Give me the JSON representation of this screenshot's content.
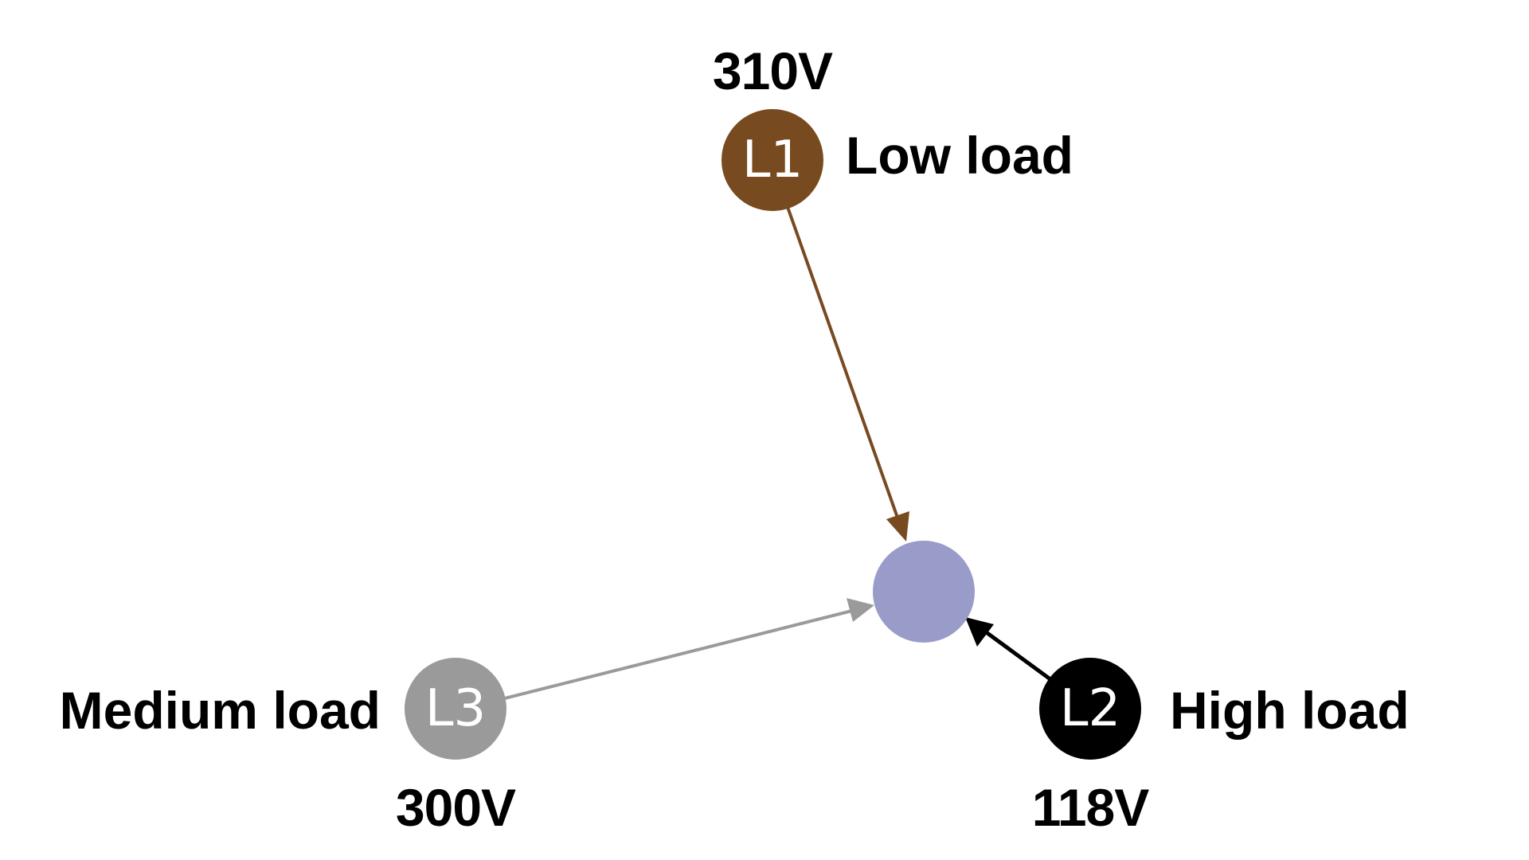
{
  "nodes": {
    "l1": {
      "id": "L1",
      "load": "Low load",
      "voltage": "310V",
      "color": "#774a20"
    },
    "l2": {
      "id": "L2",
      "load": "High load",
      "voltage": "118V",
      "color": "#000000"
    },
    "l3": {
      "id": "L3",
      "load": "Medium load",
      "voltage": "300V",
      "color": "#9a9a9a"
    },
    "center": {
      "color": "#999bc9"
    }
  },
  "edges": [
    {
      "from": "L1",
      "to": "center",
      "color": "#774a20"
    },
    {
      "from": "L2",
      "to": "center",
      "color": "#000000"
    },
    {
      "from": "L3",
      "to": "center",
      "color": "#9a9a9a"
    }
  ]
}
